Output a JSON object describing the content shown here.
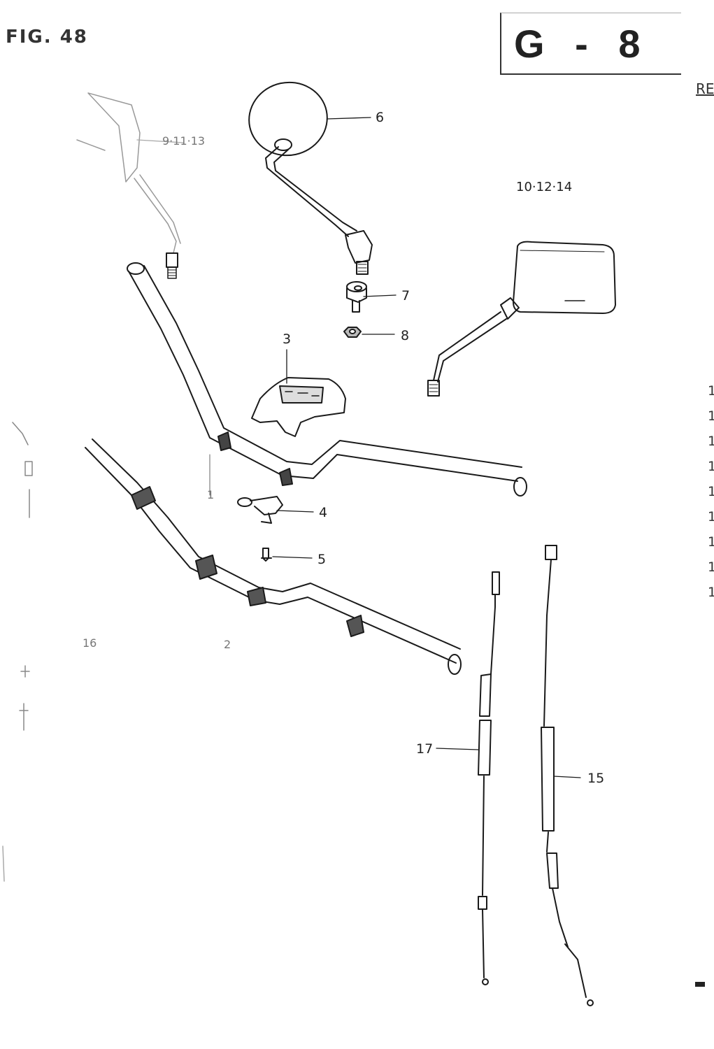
{
  "figure_label": "FIG. 48",
  "section_code": "G - 8",
  "margin_heading": "RE",
  "margin_numbers": [
    "1",
    "1",
    "1",
    "1",
    "1",
    "1",
    "1",
    "1",
    "1"
  ],
  "callouts": {
    "c6": "6",
    "c9": "9·11·13",
    "c10": "10·12·14",
    "c7": "7",
    "c8": "8",
    "c3": "3",
    "c1": "1",
    "c4": "4",
    "c5": "5",
    "c16": "16",
    "c2": "2",
    "c17": "17",
    "c15": "15"
  },
  "parts": [
    "left-rear-view-mirror",
    "round-rear-view-mirror",
    "square-rear-view-mirror",
    "mirror-adaptor",
    "adaptor-nut",
    "handlebar-clamp",
    "handlebar",
    "handlebar-balancer",
    "wiring-clip",
    "clip-screw",
    "throttle-cable",
    "clutch-cable"
  ]
}
